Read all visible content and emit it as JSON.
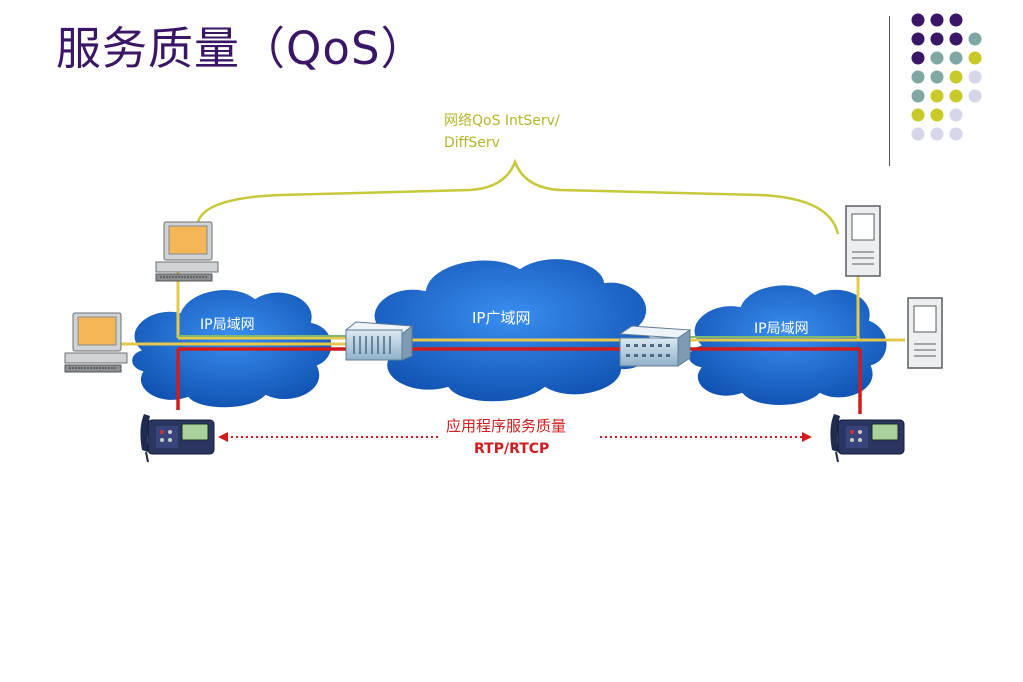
{
  "slide": {
    "title": "服务质量（QoS）"
  },
  "diagram": {
    "brace_label_line1": "网络QoS IntServ/",
    "brace_label_line2": "DiffServ",
    "lan_left_label": "IP局域网",
    "wan_label": "IP广域网",
    "lan_right_label": "IP局域网",
    "app_qos_label": "应用程序服务质量",
    "rtp_label": "RTP/RTCP"
  },
  "colors": {
    "title": "#3b1566",
    "brace": "#c8c83a",
    "cloud": "#1e6fd0",
    "yellow_line": "#e6c84a",
    "red_line": "#d01c1c",
    "dot_purple": "#3b1566",
    "dot_teal": "#7fa7a3",
    "dot_olive": "#c9c929",
    "dot_lavender": "#d6d6ea"
  },
  "icons": [
    "desktop-computer-icon",
    "server-tower-icon",
    "router-icon",
    "ip-phone-icon",
    "network-cloud-icon"
  ]
}
